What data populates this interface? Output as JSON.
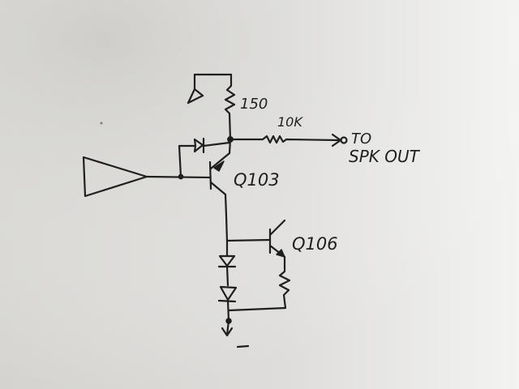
{
  "diagram": {
    "labels": {
      "r_top": "150",
      "r_out": "10K",
      "output": "TO\nSPK OUT",
      "q_top": "Q103",
      "q_right": "Q106"
    },
    "colors": {
      "ink": "#1f1f1f",
      "paper_dark": "#cfcdc8",
      "paper_light": "#f1f1ef"
    }
  }
}
